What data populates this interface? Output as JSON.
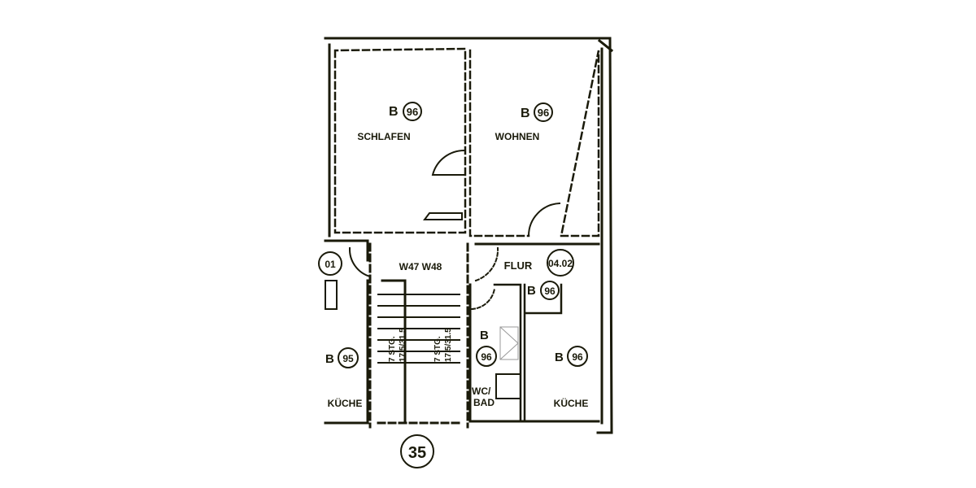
{
  "plan": {
    "rooms": [
      {
        "name": "SCHLAFEN",
        "code": "B",
        "number": "96"
      },
      {
        "name": "WOHNEN",
        "code": "B",
        "number": "96"
      },
      {
        "name": "FLUR",
        "number": "04.02",
        "code": "B",
        "code_number": "96"
      },
      {
        "name": "WC/",
        "name2": "BAD",
        "code": "B",
        "number": "96"
      },
      {
        "name": "KÜCHE",
        "code": "B",
        "number": "96"
      },
      {
        "name": "KÜCHE",
        "code": "B",
        "number": "95"
      }
    ],
    "stair": {
      "label": "W47 W48",
      "left_text": "7 STG.",
      "left_text2": "17.5/31.5",
      "right_text": "7 STG.",
      "right_text2": "17.5/31.5"
    },
    "partial_label": "01",
    "building_number": "35"
  },
  "colors": {
    "line": "#1a1a0a",
    "background": "#ffffff"
  }
}
